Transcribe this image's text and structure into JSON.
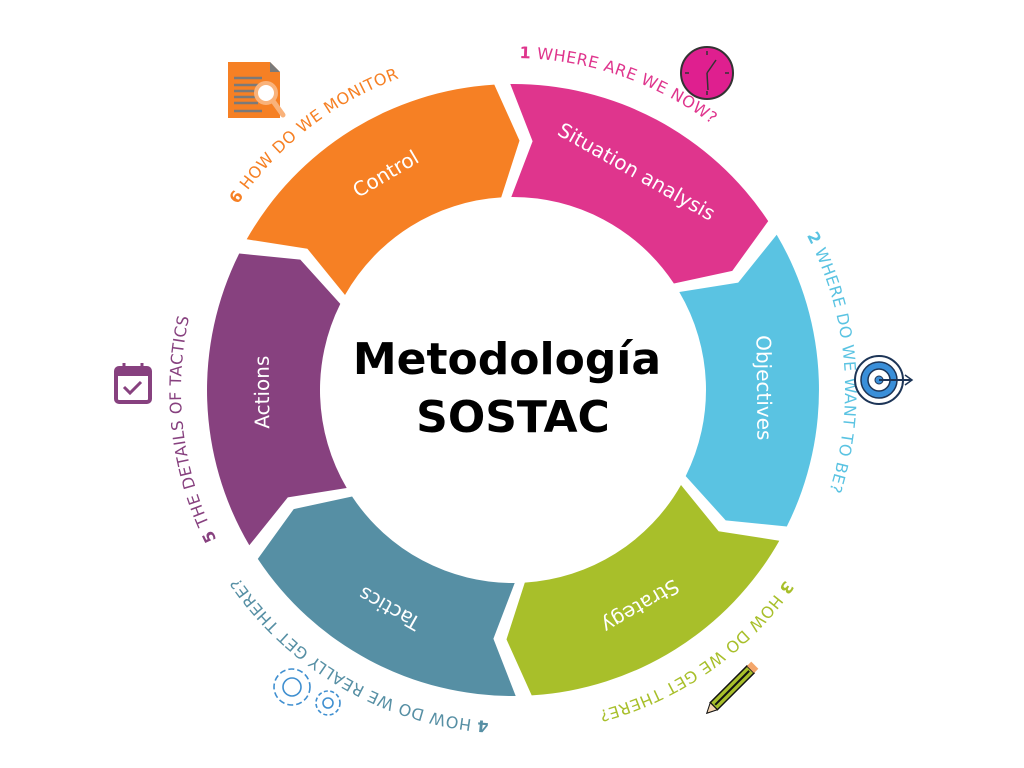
{
  "title": {
    "line1": "Metodología",
    "line2": "SOSTAC"
  },
  "steps": [
    {
      "number": "1",
      "question": "WHERE ARE WE NOW?",
      "label": "Situation analysis",
      "color": "#df358d",
      "icon": "clock-icon"
    },
    {
      "number": "2",
      "question": "WHERE DO WE WANT TO BE?",
      "label": "Objectives",
      "color": "#5ac3e2",
      "icon": "target-icon"
    },
    {
      "number": "3",
      "question": "HOW DO WE GET THERE?",
      "label": "Strategy",
      "color": "#a8bf2a",
      "icon": "pencil-icon"
    },
    {
      "number": "4",
      "question": "HOW DO WE REALLY GET THERE?",
      "label": "Tactics",
      "color": "#568fa4",
      "icon": "gears-icon"
    },
    {
      "number": "5",
      "question": "THE DETAILS OF TACTICS",
      "label": "Actions",
      "color": "#87417f",
      "icon": "calendar-icon"
    },
    {
      "number": "6",
      "question": "HOW DO WE MONITOR",
      "label": "Control",
      "color": "#f68024",
      "icon": "document-search-icon"
    }
  ]
}
